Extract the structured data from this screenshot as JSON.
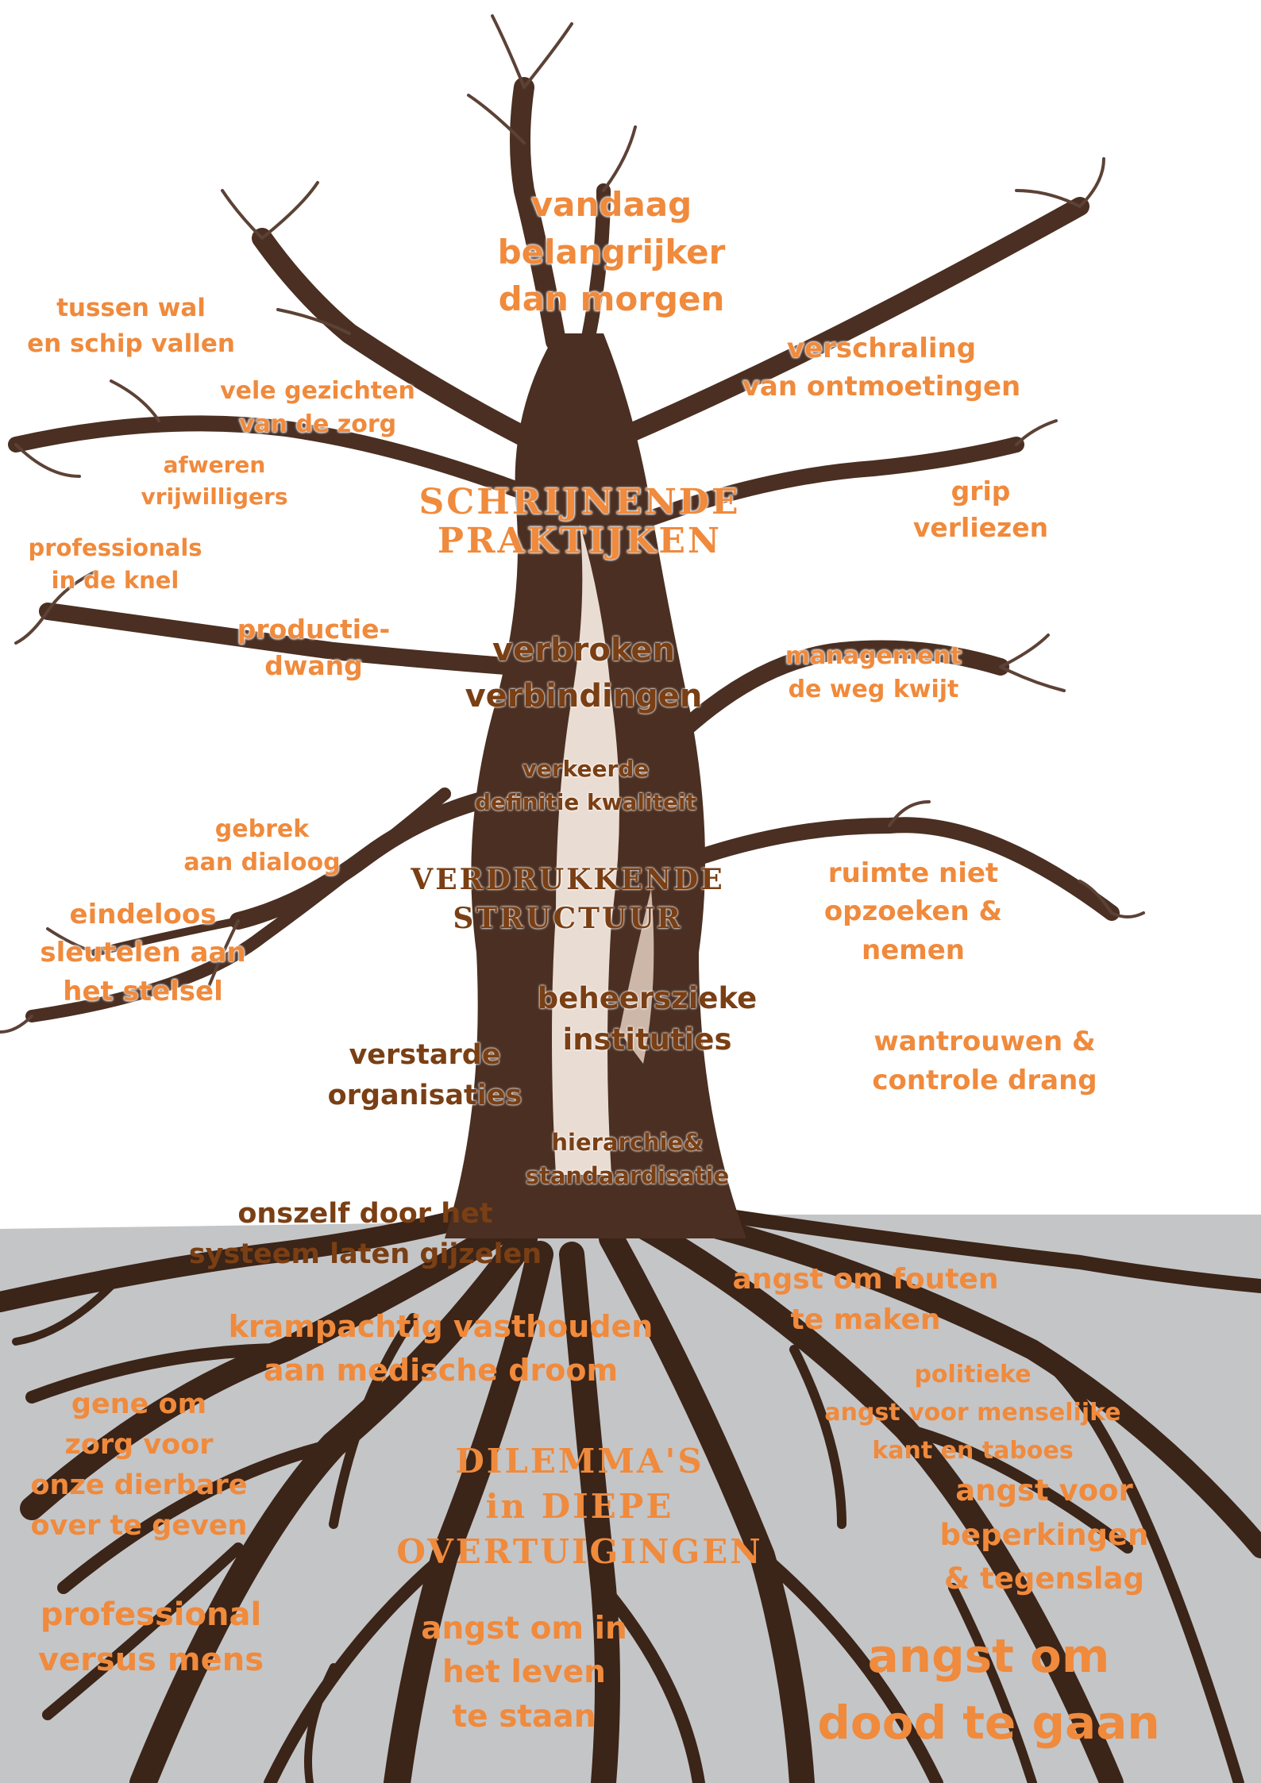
{
  "colors": {
    "orange": "#f08a3c",
    "brown_text": "#7a3f14",
    "tree_dark": "#3b2418",
    "tree_mid": "#6b4a3a",
    "trunk_light": "#e9dcd3",
    "ground": "#c4c5c7",
    "background": "#ffffff"
  },
  "crown": {
    "heading": [
      "SCHRIJNENDE",
      "PRAKTIJKEN"
    ],
    "labels": {
      "vandaag": [
        "vandaag",
        "belangrijker",
        "dan morgen"
      ],
      "tussen_wal": [
        "tussen wal",
        "en schip vallen"
      ],
      "vele_gezichten": [
        "vele gezichten",
        "van de zorg"
      ],
      "verschraling": [
        "verschraling",
        "van ontmoetingen"
      ],
      "afweren": [
        "afweren",
        "vrijwilligers"
      ],
      "grip": [
        "grip",
        "verliezen"
      ],
      "professionals": [
        "professionals",
        "in de knel"
      ],
      "productiedwang": [
        "productie-",
        "dwang"
      ],
      "management": [
        "management",
        "de weg kwijt"
      ],
      "gebrek": [
        "gebrek",
        "aan dialoog"
      ],
      "eindeloos": [
        "eindeloos",
        "sleutelen aan",
        "het stelsel"
      ],
      "ruimte": [
        "ruimte niet",
        "opzoeken &",
        "nemen"
      ],
      "wantrouwen": [
        "wantrouwen &",
        "controle drang"
      ]
    }
  },
  "trunk": {
    "heading": [
      "VERDRUKKENDE",
      "STRUCTUUR"
    ],
    "labels": {
      "verbroken": [
        "verbroken",
        "verbindingen"
      ],
      "verkeerde": [
        "verkeerde",
        "definitie kwaliteit"
      ],
      "beheerszieke": [
        "beheerszieke",
        "instituties"
      ],
      "verstarde": [
        "verstarde",
        "organisaties"
      ],
      "hierarchie": [
        "hierarchie&",
        "standaardisatie"
      ]
    }
  },
  "roots": {
    "heading": [
      "DILEMMA'S",
      "in DIEPE",
      "OVERTUIGINGEN"
    ],
    "labels": {
      "onszelf": [
        "onszelf door het",
        "systeem laten gijzelen"
      ],
      "angst_fouten": [
        "angst om fouten",
        "te maken"
      ],
      "krampachtig": [
        "krampachtig vasthouden",
        "aan medische droom"
      ],
      "politieke": [
        "politieke",
        "angst voor menselijke",
        "kant en taboes"
      ],
      "gene": [
        "gene om",
        "zorg voor",
        "onze dierbare",
        "over te geven"
      ],
      "beperkingen": [
        "angst voor",
        "beperkingen",
        "& tegenslag"
      ],
      "professional": [
        "professional",
        "versus mens"
      ],
      "leven": [
        "angst om in",
        "het leven",
        "te staan"
      ],
      "dood": [
        "angst om",
        "dood te gaan"
      ]
    }
  }
}
